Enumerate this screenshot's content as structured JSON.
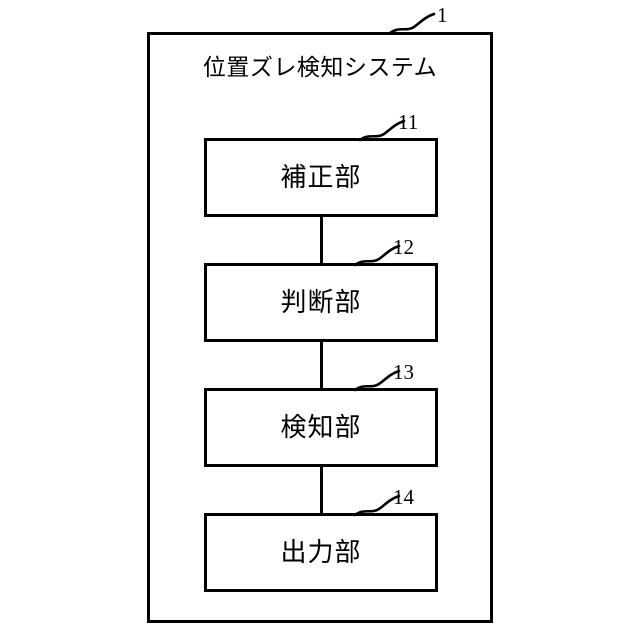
{
  "figure": {
    "system": {
      "title": "位置ズレ検知システム",
      "ref": "1"
    },
    "units": [
      {
        "label": "補正部",
        "ref": "11"
      },
      {
        "label": "判断部",
        "ref": "12"
      },
      {
        "label": "検知部",
        "ref": "13"
      },
      {
        "label": "出力部",
        "ref": "14"
      }
    ],
    "colors": {
      "line": "#000000",
      "background": "#ffffff",
      "text": "#000000"
    }
  }
}
